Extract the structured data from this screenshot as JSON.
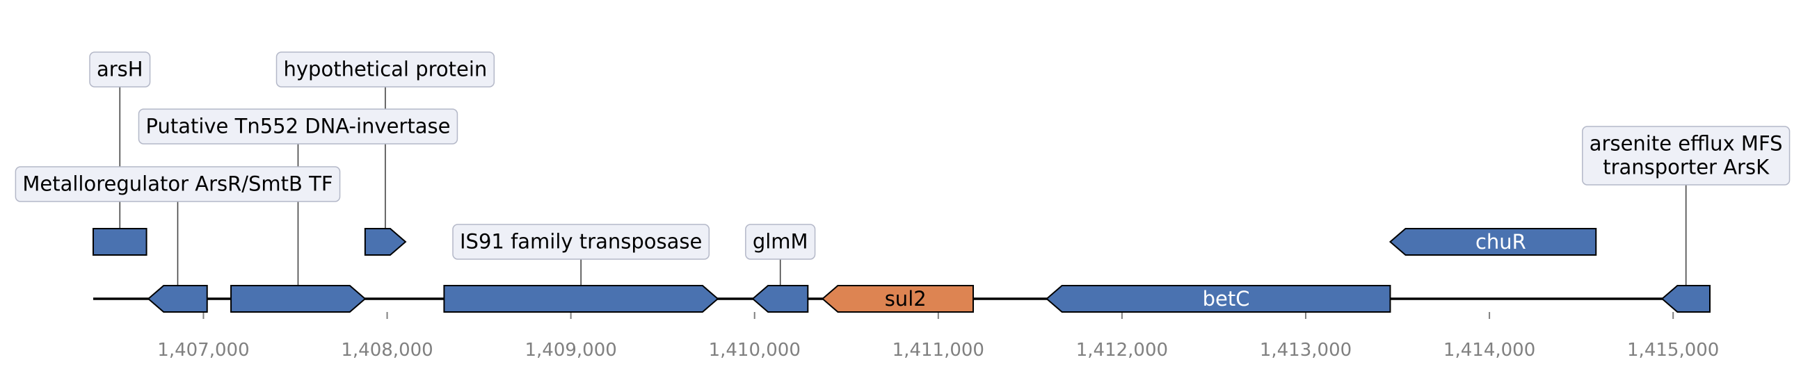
{
  "track": {
    "start": 1406400,
    "end": 1415200,
    "ticks": [
      {
        "value": 1407000,
        "label": "1,407,000"
      },
      {
        "value": 1408000,
        "label": "1,408,000"
      },
      {
        "value": 1409000,
        "label": "1,409,000"
      },
      {
        "value": 1410000,
        "label": "1,410,000"
      },
      {
        "value": 1411000,
        "label": "1,411,000"
      },
      {
        "value": 1412000,
        "label": "1,412,000"
      },
      {
        "value": 1413000,
        "label": "1,413,000"
      },
      {
        "value": 1414000,
        "label": "1,414,000"
      },
      {
        "value": 1415000,
        "label": "1,415,000"
      }
    ]
  },
  "colors": {
    "gene": "#4a72b0",
    "highlight": "#dd8452",
    "label_box_fill": "#eef0f7",
    "label_box_stroke": "#b4b8c8",
    "axis_text": "#808080"
  },
  "features": [
    {
      "id": "arsH",
      "start": 1406400,
      "end": 1406690,
      "strand": 0,
      "lane": 1,
      "label": "arsH",
      "label_level": 4,
      "inside": false
    },
    {
      "id": "arsR",
      "start": 1406700,
      "end": 1407020,
      "strand": -1,
      "lane": 0,
      "label": "Metalloregulator ArsR/SmtB TF",
      "label_level": 2,
      "inside": false
    },
    {
      "id": "tn552",
      "start": 1407150,
      "end": 1407880,
      "strand": 1,
      "lane": 0,
      "label": "Putative Tn552 DNA-invertase",
      "label_level": 3,
      "inside": false
    },
    {
      "id": "hypo",
      "start": 1407880,
      "end": 1408100,
      "strand": 1,
      "lane": 1,
      "label": "hypothetical protein",
      "label_level": 4,
      "inside": false
    },
    {
      "id": "is91",
      "start": 1408310,
      "end": 1409800,
      "strand": 1,
      "lane": 0,
      "label": "IS91 family transposase",
      "label_level": 1,
      "inside": false
    },
    {
      "id": "glmM",
      "start": 1409990,
      "end": 1410290,
      "strand": -1,
      "lane": 0,
      "label": "glmM",
      "label_level": 1,
      "inside": false
    },
    {
      "id": "sul2",
      "start": 1410370,
      "end": 1411190,
      "strand": -1,
      "lane": 0,
      "label": "sul2",
      "inside": true,
      "highlight": true
    },
    {
      "id": "betC",
      "start": 1411590,
      "end": 1413460,
      "strand": -1,
      "lane": 0,
      "label": "betC",
      "inside": true
    },
    {
      "id": "chuR",
      "start": 1413460,
      "end": 1414580,
      "strand": -1,
      "lane": 1,
      "label": "chuR",
      "inside": true
    },
    {
      "id": "arsK",
      "start": 1414940,
      "end": 1415200,
      "strand": -1,
      "lane": 0,
      "label_lines": [
        "arsenite efflux MFS",
        "transporter ArsK"
      ],
      "label_level": 3.5,
      "inside": false
    }
  ]
}
